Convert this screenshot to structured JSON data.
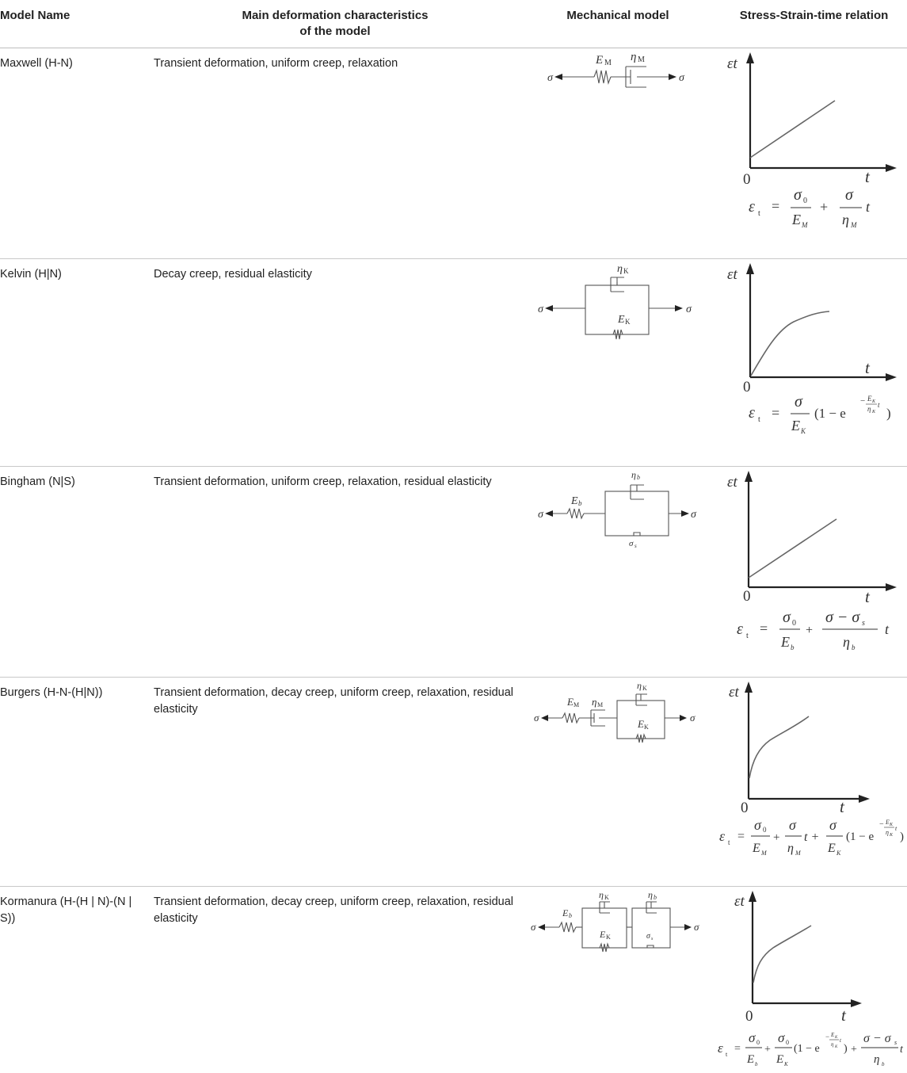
{
  "header": {
    "col_name": "Model Name",
    "col_desc_line1": "Main deformation characteristics",
    "col_desc_line2": "of the model",
    "col_mech": "Mechanical model",
    "col_rel": "Stress-Strain-time relation"
  },
  "rows": [
    {
      "name": "Maxwell (H-N)",
      "desc": "Transient deformation, uniform creep, relaxation",
      "mech": {
        "sigma": "σ",
        "E": "E",
        "E_sub": "M",
        "eta": "η",
        "eta_sub": "M"
      },
      "graph": {
        "y_label": "εt",
        "x_label": "t",
        "origin": "0",
        "curve": "linear"
      },
      "formula": {
        "lhs": "ε",
        "lhs_sub": "t",
        "num1": "σ",
        "num1_sub": "0",
        "den1": "E",
        "den1_sub": "M",
        "op": "+",
        "num2": "σ",
        "den2": "η",
        "den2_sub": "M",
        "tail": "t"
      }
    },
    {
      "name": "Kelvin (H|N)",
      "desc": "Decay creep, residual elasticity",
      "mech": {
        "sigma": "σ",
        "E": "E",
        "E_sub": "K",
        "eta": "η",
        "eta_sub": "K"
      },
      "graph": {
        "y_label": "εt",
        "x_label": "t",
        "origin": "0",
        "curve": "decay"
      },
      "formula": {
        "lhs": "ε",
        "lhs_sub": "t",
        "num1": "σ",
        "den1": "E",
        "den1_sub": "K",
        "paren": "(1 − e",
        "exp_num": "E",
        "exp_num_sub": "K",
        "exp_den": "η",
        "exp_den_sub": "K",
        "exp_t": "t",
        "close": ")"
      }
    },
    {
      "name": "Bingham (N|S)",
      "desc": "Transient deformation, uniform creep, relaxation, residual elasticity",
      "mech": {
        "sigma": "σ",
        "E": "E",
        "E_sub": "b",
        "eta": "η",
        "eta_sub": "b",
        "sigma_s": "σ",
        "sigma_s_sub": "s"
      },
      "graph": {
        "y_label": "εt",
        "x_label": "t",
        "origin": "0",
        "curve": "linear"
      },
      "formula": {
        "lhs": "ε",
        "lhs_sub": "t",
        "num1": "σ",
        "num1_sub": "0",
        "den1": "E",
        "den1_sub": "b",
        "op": "+",
        "num2": "σ − σ",
        "num2_sub": "s",
        "den2": "η",
        "den2_sub": "b",
        "tail": "t"
      }
    },
    {
      "name": "Burgers (H-N-(H|N))",
      "desc": "Transient deformation, decay creep, uniform creep, relaxation, residual elasticity",
      "mech": {
        "sigma": "σ",
        "E1": "E",
        "E1_sub": "M",
        "eta1": "η",
        "eta1_sub": "M",
        "E2": "E",
        "E2_sub": "K",
        "eta2": "η",
        "eta2_sub": "K"
      },
      "graph": {
        "y_label": "εt",
        "x_label": "t",
        "origin": "0",
        "curve": "burgers"
      },
      "formula": {
        "lhs": "ε",
        "lhs_sub": "t",
        "num1": "σ",
        "num1_sub": "0",
        "den1": "E",
        "den1_sub": "M",
        "op1": "+",
        "num2": "σ",
        "den2": "η",
        "den2_sub": "M",
        "mid": "t +",
        "num3": "σ",
        "den3": "E",
        "den3_sub": "K",
        "paren": "(1 − e",
        "exp_num": "E",
        "exp_num_sub": "K",
        "exp_den": "η",
        "exp_den_sub": "K",
        "exp_t": "t",
        "close": ")"
      }
    },
    {
      "name": "Kormanura (H-(H | N)-(N | S))",
      "desc": "Transient deformation, decay creep, uniform creep, relaxation, residual elasticity",
      "mech": {
        "sigma": "σ",
        "E1": "E",
        "E1_sub": "b",
        "eta1": "η",
        "eta1_sub": "K",
        "E2": "E",
        "E2_sub": "K",
        "eta2": "η",
        "eta2_sub": "b",
        "sigma_s": "σ",
        "sigma_s_sub": "s"
      },
      "graph": {
        "y_label": "εt",
        "x_label": "t",
        "origin": "0",
        "curve": "burgers"
      },
      "formula": {
        "lhs": "ε",
        "lhs_sub": "t",
        "num1": "σ",
        "num1_sub": "0",
        "den1": "E",
        "den1_sub": "b",
        "op1": "+",
        "num2": "σ",
        "num2_sub": "0",
        "den2": "E",
        "den2_sub": "K",
        "paren": "(1 − e",
        "exp_num": "E",
        "exp_num_sub": "K",
        "exp_den": "η",
        "exp_den_sub": "K",
        "exp_t": "t",
        "close": ")",
        "op2": "+",
        "num3": "σ − σ",
        "num3_sub": "s",
        "den3": "η",
        "den3_sub": "b",
        "tail": "t"
      }
    }
  ]
}
